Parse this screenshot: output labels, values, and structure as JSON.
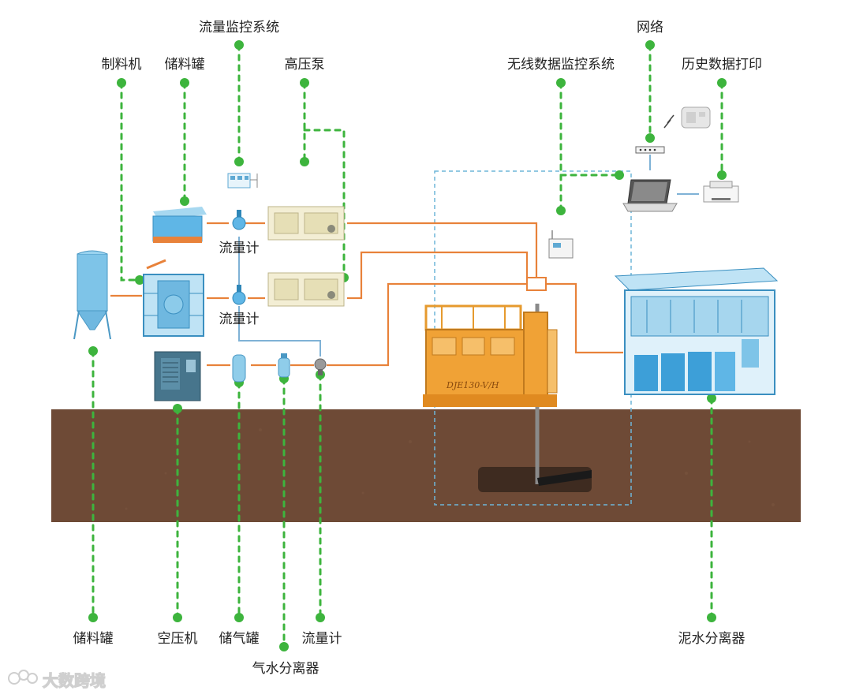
{
  "labels": {
    "flow_monitor_system": "流量监控系统",
    "mixer": "制料机",
    "storage_tank_top": "储料罐",
    "high_pressure_pump": "高压泵",
    "wireless_monitor_system": "无线数据监控系统",
    "network": "网络",
    "history_print": "历史数据打印",
    "flowmeter_1": "流量计",
    "flowmeter_2": "流量计",
    "storage_tank_bottom": "储料罐",
    "air_compressor": "空压机",
    "gas_tank": "储气罐",
    "flowmeter_bottom": "流量计",
    "gas_water_separator": "气水分离器",
    "mud_separator": "泥水分离器",
    "rig_model": "DJE130-V/H"
  },
  "watermark": "大数跨境",
  "colors": {
    "ground": "#6e4a36",
    "green_line": "#3db43d",
    "orange_pipe": "#e8823a",
    "equipment_blue": "#5fb6e6",
    "rig_orange": "#f0a236",
    "cream_pump": "#f3eed4"
  }
}
